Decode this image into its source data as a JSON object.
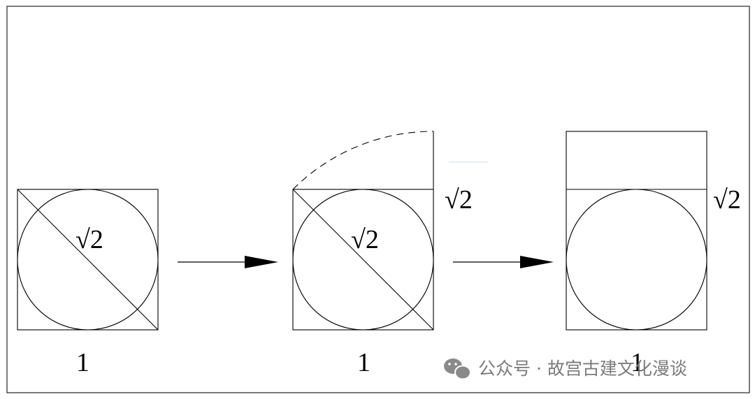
{
  "diagram": {
    "stroke_color": "#000000",
    "background": "#ffffff",
    "panels": [
      {
        "id": "square",
        "side_label": "1",
        "diagonal_label": "√2"
      },
      {
        "id": "square-with-arc",
        "side_label": "1",
        "diagonal_label": "√2",
        "height_label": "√2"
      },
      {
        "id": "rectangle",
        "side_label": "1",
        "height_label": "√2"
      }
    ],
    "arrows": 2
  },
  "watermark": {
    "text": "公众号 · 故宫古建文化漫谈",
    "icon": "wechat-icon",
    "color": "#7a7a7a"
  }
}
